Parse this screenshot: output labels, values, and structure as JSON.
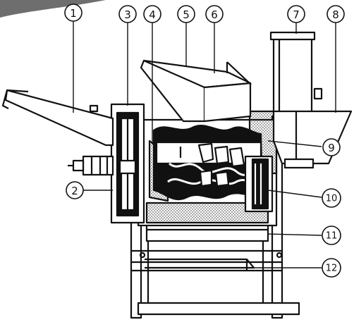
{
  "callouts": [
    {
      "id": "c1",
      "text": "1"
    },
    {
      "id": "c2",
      "text": "2"
    },
    {
      "id": "c3",
      "text": "3"
    },
    {
      "id": "c4",
      "text": "4"
    },
    {
      "id": "c5",
      "text": "5"
    },
    {
      "id": "c6",
      "text": "6"
    },
    {
      "id": "c7",
      "text": "7"
    },
    {
      "id": "c8",
      "text": "8"
    },
    {
      "id": "c9",
      "text": "9"
    },
    {
      "id": "c10",
      "text": "10"
    },
    {
      "id": "c11",
      "text": "11"
    },
    {
      "id": "c12",
      "text": "12"
    }
  ],
  "colors": {
    "ink": "#111111",
    "paper": "#ffffff"
  }
}
